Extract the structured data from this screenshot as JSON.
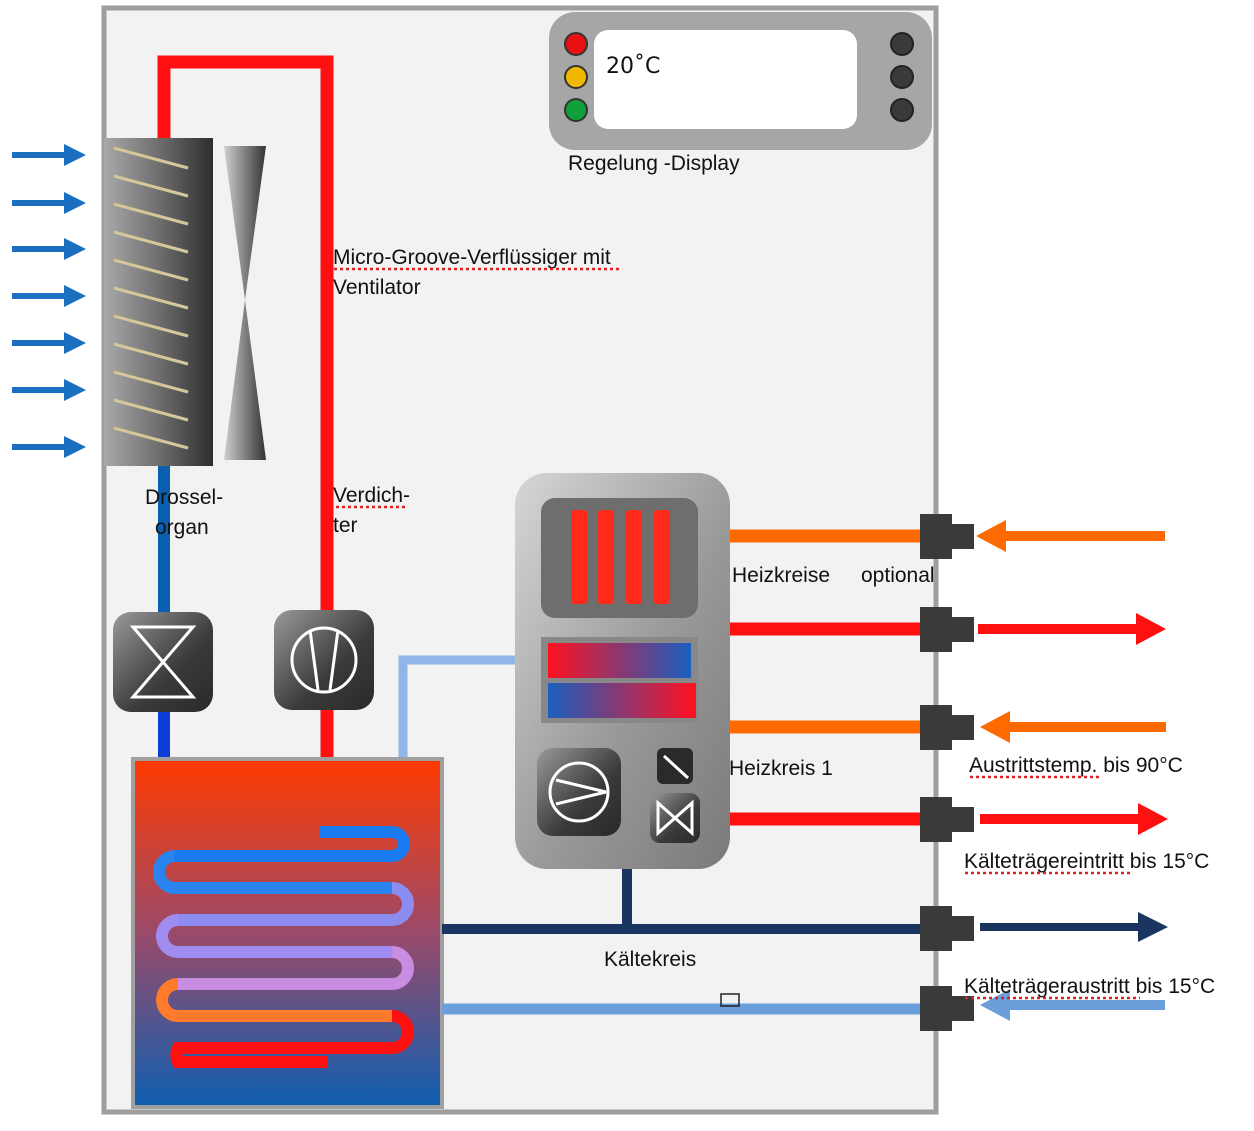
{
  "display": {
    "temperature": "20˚C",
    "caption": "Regelung -Display",
    "led_colors": [
      "#e81010",
      "#f2b800",
      "#0fa03c"
    ]
  },
  "labels": {
    "condenser_line1": "Micro-Groove-Verflüssiger mit",
    "condenser_line2": "Ventilator",
    "throttle_line1": "Drossel-",
    "throttle_line2": "organ",
    "compressor_line1": "Verdich-",
    "compressor_line2": "ter",
    "heating_circuits": "Heizkreise",
    "optional": "optional",
    "heating_circuit_1": "Heizkreis 1",
    "outlet_temp": "Austrittstemp. bis 90°C",
    "coolant_inlet": "Kälteträgereintritt bis 15°C",
    "refrigeration_circuit": "Kältekreis",
    "coolant_outlet": "Kälteträgeraustritt bis 15°C"
  },
  "colors": {
    "hot": "#ff1010",
    "warm": "#ff6a00",
    "cold_blue": "#0a5fb0",
    "light_blue": "#6a9fdc",
    "dark_navy": "#1a3560",
    "air_arrow": "#1a6fc0"
  }
}
